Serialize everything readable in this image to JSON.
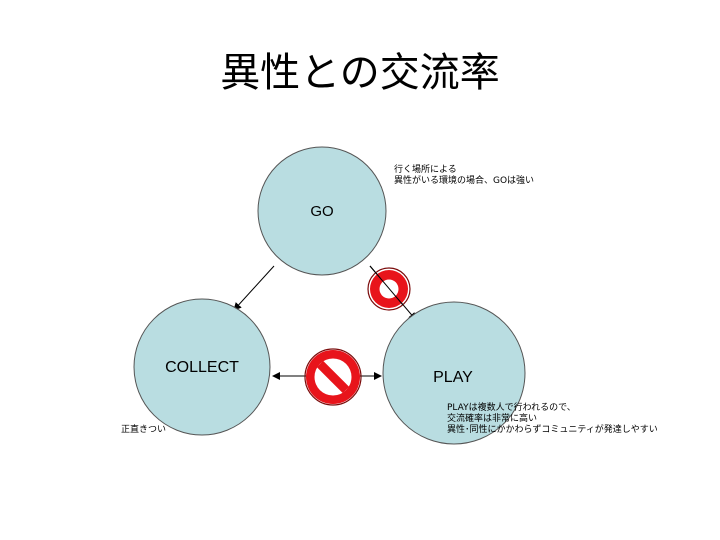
{
  "slide": {
    "title": "異性との交流率"
  },
  "nodes": {
    "go": {
      "label": "GO"
    },
    "collect": {
      "label": "COLLECT"
    },
    "play": {
      "label": "PLAY"
    }
  },
  "notes": {
    "go_note": [
      "行く場所による",
      "異性がいる環境の場合、GOは強い"
    ],
    "play_note": [
      "PLAYは複数人で行われるので、",
      "交流確率は非常に高い",
      "異性･同性にかかわらずコミュニティが発達しやすい"
    ],
    "collect_note": "正直きつい"
  },
  "colors": {
    "circle_fill": "#b9dde1",
    "circle_stroke": "#555555",
    "symbol_red": "#e8141b",
    "symbol_dark": "#7a0a0a"
  },
  "symbols": {
    "go_play": "maru-circle-icon",
    "collect_play": "prohibited-icon"
  }
}
